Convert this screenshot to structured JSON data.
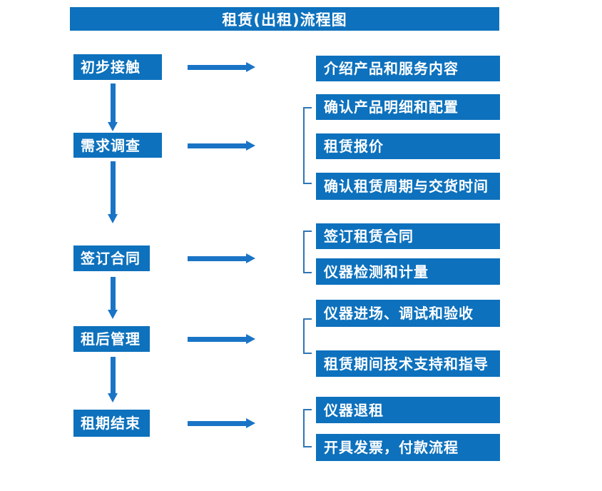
{
  "title": "租赁(出租)流程图",
  "colors": {
    "box_blue": "#0d71bd",
    "arrow_blue": "#1a74c6",
    "bracket_blue": "#2e75b6",
    "text_white": "#ffffff",
    "background": "#ffffff"
  },
  "stages": [
    {
      "label": "初步接触",
      "details": [
        "介绍产品和服务内容"
      ]
    },
    {
      "label": "需求调查",
      "details": [
        "确认产品明细和配置",
        "租赁报价",
        "确认租赁周期与交货时间"
      ]
    },
    {
      "label": "签订合同",
      "details": [
        "签订租赁合同",
        "仪器检测和计量"
      ]
    },
    {
      "label": "租后管理",
      "details": [
        "仪器进场、调试和验收",
        "租赁期间技术支持和指导"
      ]
    },
    {
      "label": "租期结束",
      "details": [
        "仪器退租",
        "开具发票，付款流程"
      ]
    }
  ]
}
